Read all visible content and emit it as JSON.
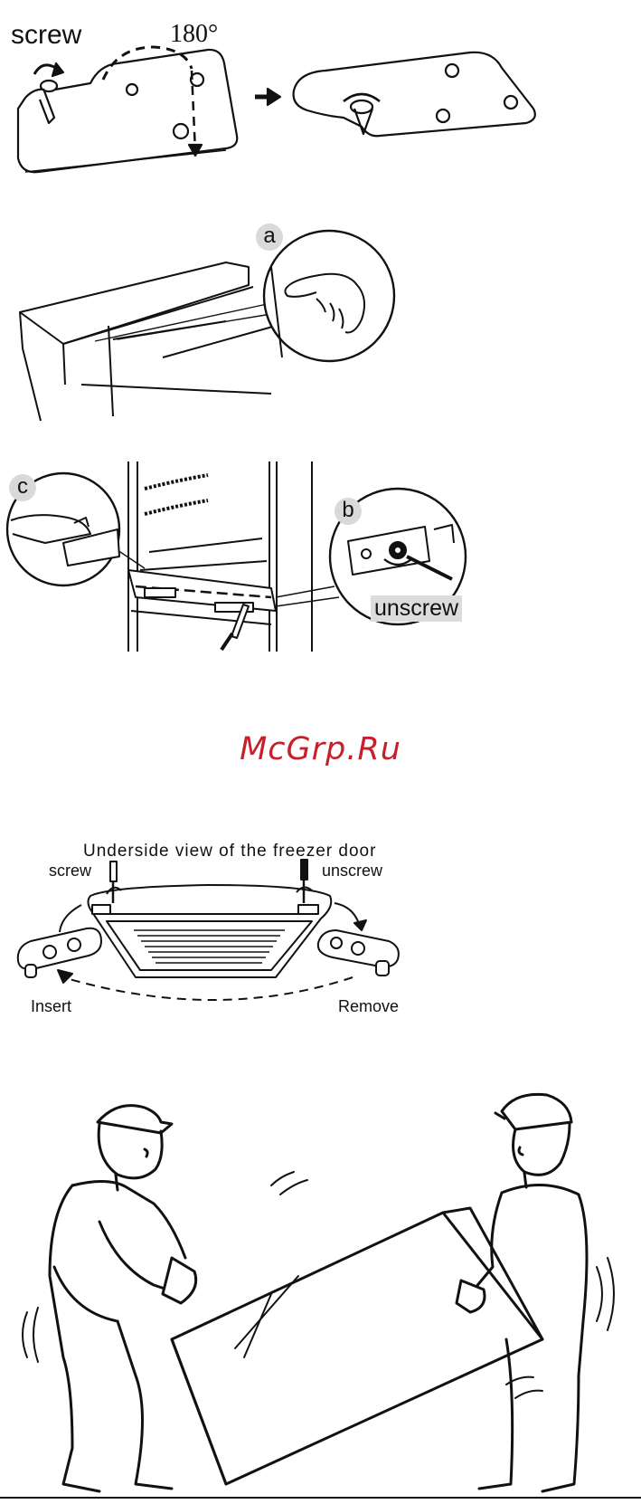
{
  "step1": {
    "screw_label": "screw",
    "angle_label": "180°"
  },
  "step2": {
    "callout_a": "a"
  },
  "step3": {
    "callout_c": "c",
    "callout_b": "b",
    "unscrew_label": "unscrew"
  },
  "watermark": {
    "text": "McGrp.Ru",
    "color": "#c8202a"
  },
  "step4": {
    "caption": "Underside view of the freezer door",
    "screw_label": "screw",
    "unscrew_label": "unscrew",
    "insert_label": "Insert",
    "remove_label": "Remove"
  },
  "icons": [
    "rotate-arrow-icon",
    "right-arrow-icon",
    "screwdriver-icon",
    "hinge-plate-icon"
  ]
}
